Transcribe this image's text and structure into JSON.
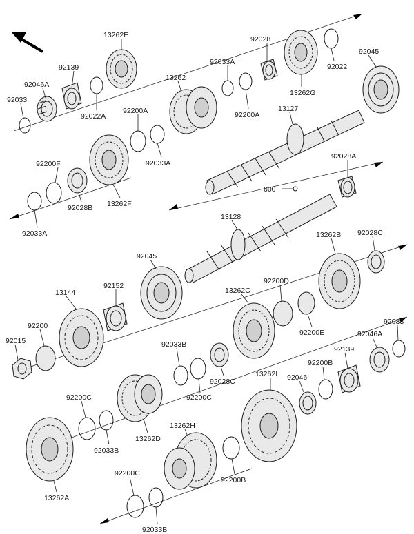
{
  "labels": {
    "l_13262E": "13262E",
    "l_92028": "92028",
    "l_92139_top": "92139",
    "l_92046A_top": "92046A",
    "l_92033_top": "92033",
    "l_92022A": "92022A",
    "l_92033A_top": "92033A",
    "l_13262": "13262",
    "l_92200A_top": "92200A",
    "l_92200A_mid": "92200A",
    "l_92033A_mid": "92033A",
    "l_13262G": "13262G",
    "l_92022": "92022",
    "l_92045_top": "92045",
    "l_13127": "13127",
    "l_92200F": "92200F",
    "l_92028B": "92028B",
    "l_13262F": "13262F",
    "l_92033A_left": "92033A",
    "l_92028A": "92028A",
    "l_600": "600",
    "l_13128": "13128",
    "l_13262B": "13262B",
    "l_92028C_right": "92028C",
    "l_92045_mid": "92045",
    "l_13144": "13144",
    "l_92152": "92152",
    "l_92200D": "92200D",
    "l_13262C": "13262C",
    "l_92200E": "92200E",
    "l_92200": "92200",
    "l_92015": "92015",
    "l_92033_right": "92033",
    "l_92046A_right": "92046A",
    "l_92139_right": "92139",
    "l_92033B_mid": "92033B",
    "l_92200B_right": "92200B",
    "l_92028C_mid": "92028C",
    "l_92200C_mid": "92200C",
    "l_13262I": "13262I",
    "l_92046": "92046",
    "l_92200C_left": "92200C",
    "l_92033B_left": "92033B",
    "l_13262D": "13262D",
    "l_13262H": "13262H",
    "l_92200B_low": "92200B",
    "l_13262A": "13262A",
    "l_92200C_low": "92200C",
    "l_92033B_low": "92033B"
  },
  "icons": {
    "front_arrow": "arrow-up-left-icon"
  }
}
